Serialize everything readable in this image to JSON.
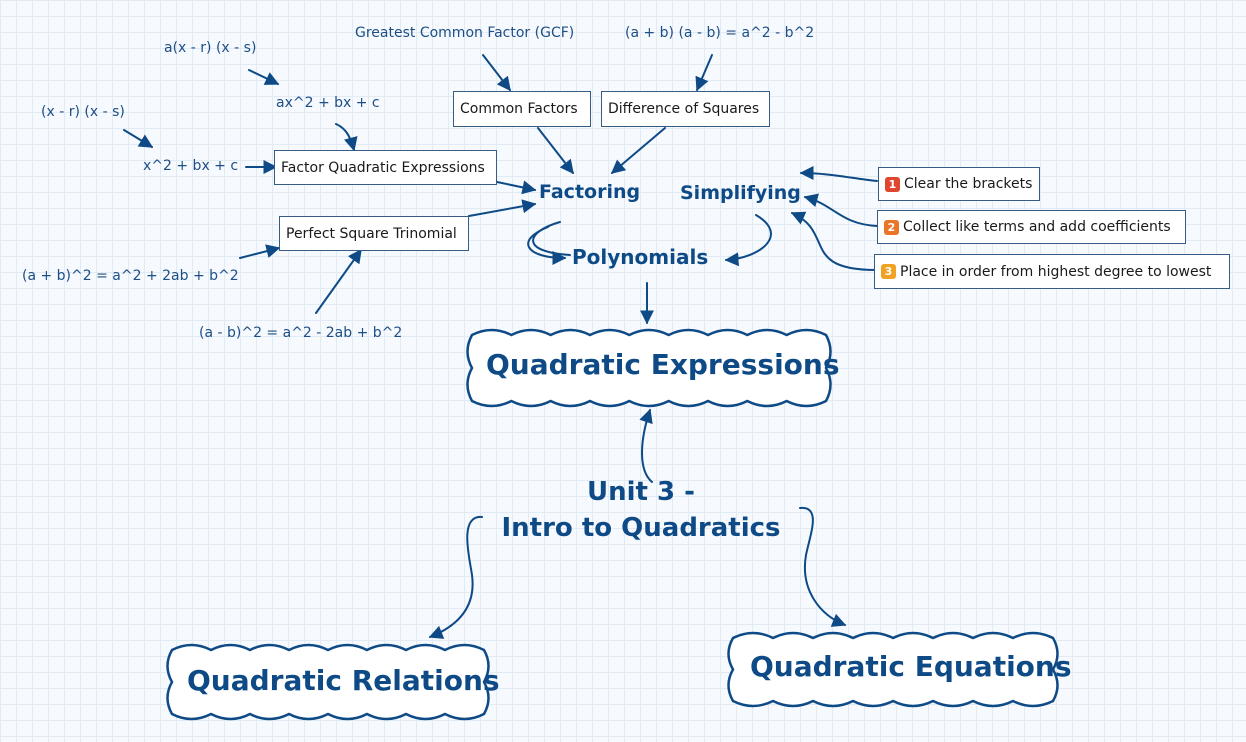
{
  "central_topic": {
    "line1": "Unit 3 -",
    "line2": "Intro to Quadratics"
  },
  "main_topics": {
    "quadratic_expressions": "Quadratic Expressions",
    "quadratic_relations": "Quadratic Relations",
    "quadratic_equations": "Quadratic Equations"
  },
  "subtopics": {
    "polynomials": "Polynomials",
    "factoring": "Factoring",
    "simplifying": "Simplifying"
  },
  "factoring_boxes": {
    "common_factors": "Common Factors",
    "difference_of_squares": "Difference of Squares",
    "factor_quadratic": "Factor Quadratic Expressions",
    "perfect_square": "Perfect Square Trinomial"
  },
  "formulas": {
    "gcf": "Greatest Common Factor (GCF)",
    "diff_squares": "(a + b) (a - b) = a^2 - b^2",
    "ax2": "ax^2 + bx + c",
    "a_factored": "a(x - r) (x - s)",
    "x2": "x^2 + bx + c",
    "x_factored": "(x - r) (x - s)",
    "sum_square": "(a + b)^2 = a^2 + 2ab + b^2",
    "diff_square": "(a - b)^2 = a^2 - 2ab + b^2"
  },
  "simplifying_steps": [
    {
      "number": "1",
      "label": "Clear the brackets",
      "color": "#e0462f"
    },
    {
      "number": "2",
      "label": "Collect like terms and add coefficients",
      "color": "#ea7427"
    },
    {
      "number": "3",
      "label": "Place in order from highest degree to lowest",
      "color": "#f0a223"
    }
  ],
  "colors": {
    "line": "#0e4a86",
    "cloud_fill": "#ffffff",
    "text": "#0e4a86"
  }
}
